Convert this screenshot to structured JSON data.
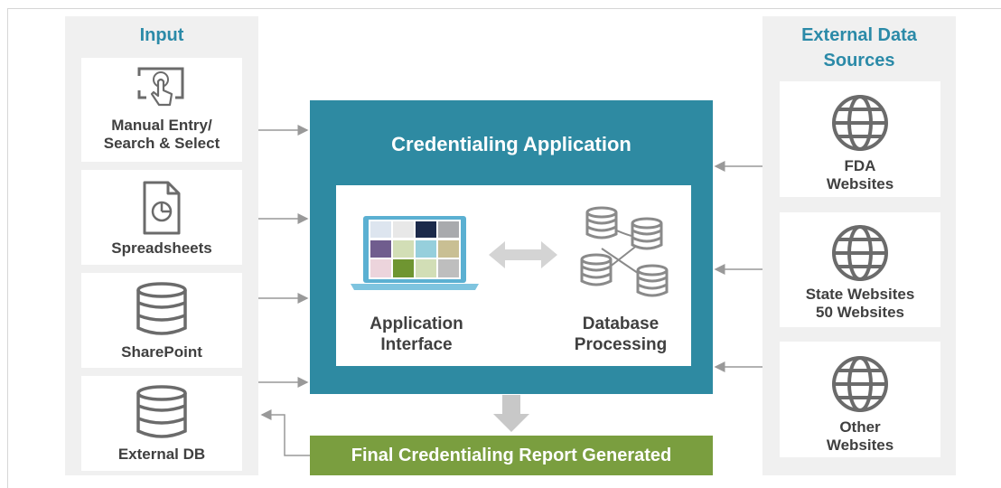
{
  "input": {
    "title": "Input",
    "items": [
      {
        "label_line1": "Manual Entry/",
        "label_line2": "Search & Select",
        "icon": "touch-screen-icon"
      },
      {
        "label": "Spreadsheets",
        "icon": "document-chart-icon"
      },
      {
        "label": "SharePoint",
        "icon": "database-icon"
      },
      {
        "label": "External DB",
        "icon": "database-icon"
      }
    ]
  },
  "external": {
    "title_line1": "External Data",
    "title_line2": "Sources",
    "items": [
      {
        "label_line1": "FDA",
        "label_line2": "Websites",
        "icon": "globe-icon"
      },
      {
        "label_line1": "State Websites",
        "label_line2": "50 Websites",
        "icon": "globe-icon"
      },
      {
        "label_line1": "Other",
        "label_line2": "Websites",
        "icon": "globe-icon"
      }
    ]
  },
  "app": {
    "title": "Credentialing Application",
    "interface_line1": "Application",
    "interface_line2": "Interface",
    "database_line1": "Database",
    "database_line2": "Processing"
  },
  "report": {
    "label": "Final Credentialing Report Generated"
  },
  "colors": {
    "accent_teal": "#2e8aa2",
    "title_blue": "#2b8aa8",
    "report_green": "#7a9e3f",
    "panel_gray": "#f0f0f0"
  }
}
